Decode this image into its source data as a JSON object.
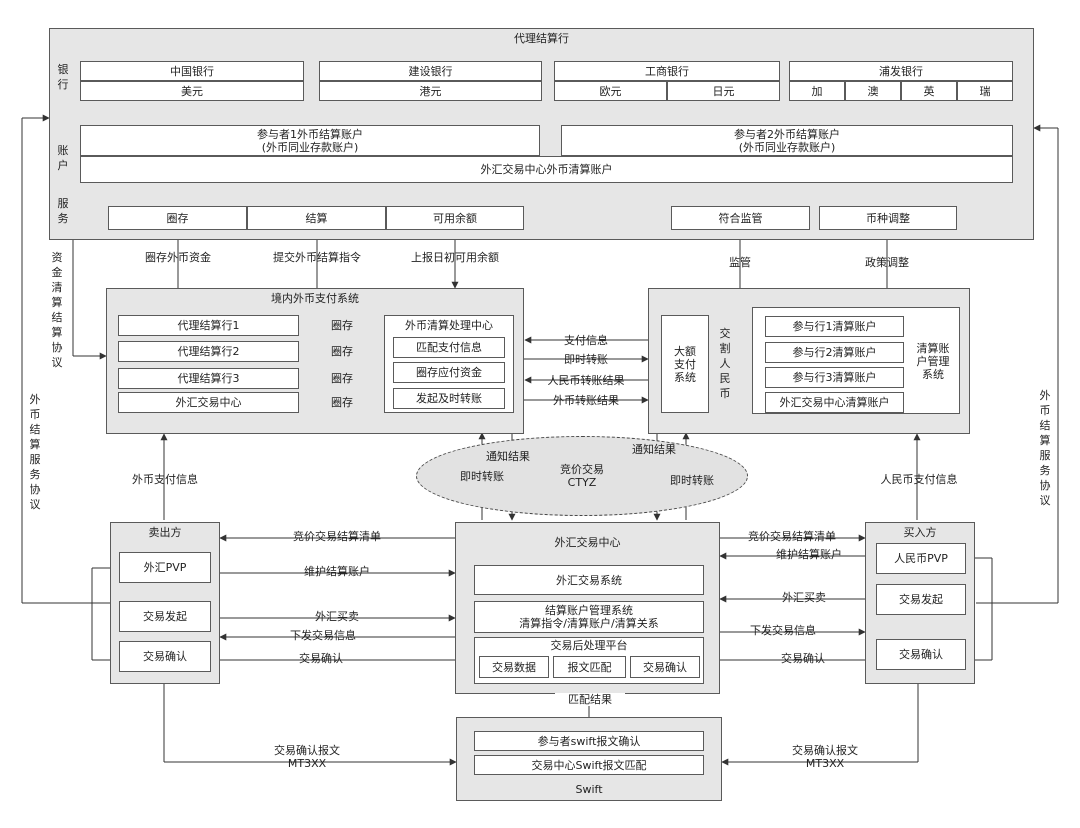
{
  "outer": {
    "title": "代理结算行"
  },
  "sections": {
    "bank": "银行",
    "account": "账户",
    "service": "服务"
  },
  "banks": [
    {
      "name": "中国银行",
      "currencies": [
        "美元"
      ]
    },
    {
      "name": "建设银行",
      "currencies": [
        "港元"
      ]
    },
    {
      "name": "工商银行",
      "currencies": [
        "欧元",
        "日元"
      ]
    },
    {
      "name": "浦发银行",
      "currencies": [
        "加",
        "澳",
        "英",
        "瑞"
      ]
    }
  ],
  "accounts": {
    "p1": "参与者1外币结算账户\n(外币同业存款账户)",
    "p2": "参与者2外币结算账户\n(外币同业存款账户)",
    "center": "外汇交易中心外币清算账户"
  },
  "services": [
    "圈存",
    "结算",
    "可用余额",
    "符合监管",
    "币种调整"
  ],
  "flows_top": [
    "圈存外币资金",
    "提交外币结算指令",
    "上报日初可用余额",
    "监管",
    "政策调整"
  ],
  "left_label": "资金清算结算协议",
  "side_left": "外币结算服务协议",
  "side_right": "外币结算服务协议",
  "domestic": {
    "title": "境内外币支付系统",
    "banks": [
      "代理结算行1",
      "代理结算行2",
      "代理结算行3",
      "外汇交易中心"
    ],
    "arrow_label": "圈存",
    "center_title": "外币清算处理中心",
    "center_items": [
      "匹配支付信息",
      "圈存应付资金",
      "发起及时转账"
    ]
  },
  "mid_labels": [
    "支付信息",
    "即时转账",
    "人民币转账结果",
    "外币转账结果"
  ],
  "rmb": {
    "large": "大额\n支付\n系统",
    "split": "交割人民币",
    "items": [
      "参与行1清算账户",
      "参与行2清算账户",
      "参与行3清算账户",
      "外汇交易中心清算账户"
    ],
    "mgmt": "清算账\n户管理\n系统"
  },
  "oval": "竞价交易\nCTYZ",
  "oval_flows": [
    "即时转账",
    "通知结果",
    "通知结果",
    "即时转账"
  ],
  "pay_info": {
    "fx": "外币支付信息",
    "rmb": "人民币支付信息"
  },
  "seller": {
    "title": "卖出方",
    "items": [
      "外汇PVP",
      "交易发起",
      "交易确认"
    ]
  },
  "buyer": {
    "title": "买入方",
    "items": [
      "人民币PVP",
      "交易发起",
      "交易确认"
    ]
  },
  "cfets": {
    "title": "外汇交易中心",
    "system": "外汇交易系统",
    "account_mgmt": "结算账户管理系统\n清算指令/清算账户/清算关系",
    "post": "交易后处理平台",
    "post_items": [
      "交易数据",
      "报文匹配",
      "交易确认"
    ]
  },
  "left_flows": [
    "竞价交易结算清单",
    "维护结算账户",
    "外汇买卖",
    "下发交易信息",
    "交易确认"
  ],
  "right_flows": [
    "竞价交易结算清单",
    "维护结算账户",
    "外汇买卖",
    "下发交易信息",
    "交易确认"
  ],
  "match": "匹配结果",
  "swift": {
    "title": "Swift",
    "items": [
      "参与者swift报文确认",
      "交易中心Swift报文匹配"
    ],
    "msg_left": "交易确认报文\nMT3XX",
    "msg_right": "交易确认报文\nMT3XX"
  }
}
